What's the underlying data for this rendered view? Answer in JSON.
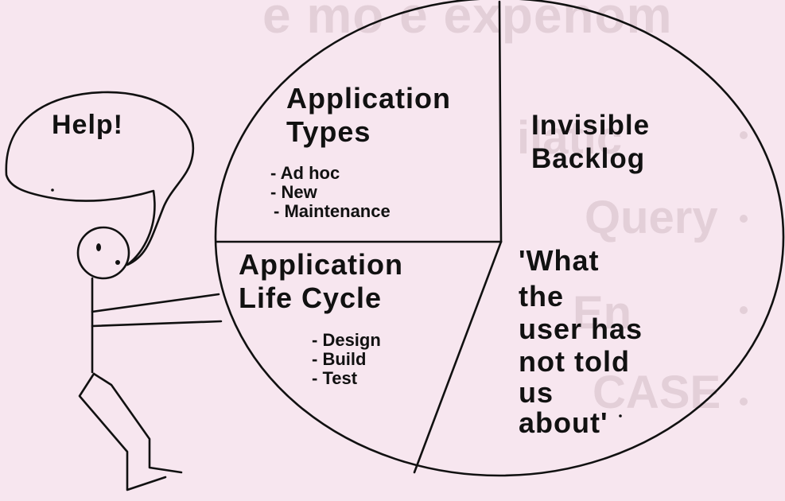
{
  "speech_bubble": {
    "text": "Help!"
  },
  "quadrants": {
    "top_left": {
      "title_lines": [
        "Application",
        "Types"
      ],
      "items": [
        "Ad hoc",
        "New",
        "Maintenance"
      ]
    },
    "bottom_left": {
      "title_lines": [
        "Application",
        "Life Cycle"
      ],
      "items": [
        "Design",
        "Build",
        "Test"
      ]
    },
    "top_right": {
      "title_lines": [
        "Invisible",
        "Backlog"
      ]
    },
    "bottom_right": {
      "title_lines": [
        "'What",
        "the",
        "user has",
        "not told",
        "us",
        "about'"
      ]
    }
  }
}
